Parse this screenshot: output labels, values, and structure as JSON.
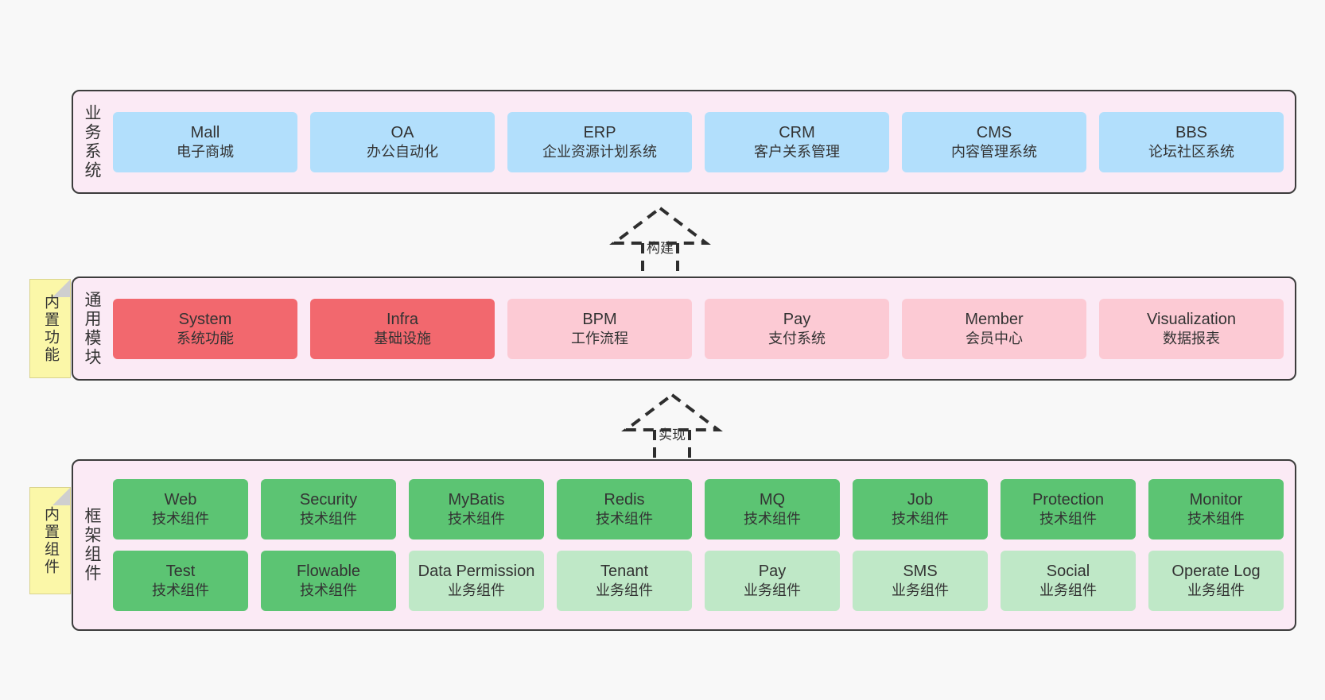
{
  "layers": [
    {
      "id": "business",
      "vertical_label": "业务系统",
      "sticky": null,
      "rows": [
        [
          {
            "en": "Mall",
            "cn": "电子商城",
            "style": "blue"
          },
          {
            "en": "OA",
            "cn": "办公自动化",
            "style": "blue"
          },
          {
            "en": "ERP",
            "cn": "企业资源计划系统",
            "style": "blue"
          },
          {
            "en": "CRM",
            "cn": "客户关系管理",
            "style": "blue"
          },
          {
            "en": "CMS",
            "cn": "内容管理系统",
            "style": "blue"
          },
          {
            "en": "BBS",
            "cn": "论坛社区系统",
            "style": "blue"
          }
        ]
      ]
    },
    {
      "id": "common-module",
      "vertical_label": "通用模块",
      "sticky": "内置功能",
      "rows": [
        [
          {
            "en": "System",
            "cn": "系统功能",
            "style": "red"
          },
          {
            "en": "Infra",
            "cn": "基础设施",
            "style": "red"
          },
          {
            "en": "BPM",
            "cn": "工作流程",
            "style": "pinklight"
          },
          {
            "en": "Pay",
            "cn": "支付系统",
            "style": "pinklight"
          },
          {
            "en": "Member",
            "cn": "会员中心",
            "style": "pinklight"
          },
          {
            "en": "Visualization",
            "cn": "数据报表",
            "style": "pinklight"
          }
        ]
      ]
    },
    {
      "id": "framework-component",
      "vertical_label": "框架组件",
      "sticky": "内置组件",
      "rows": [
        [
          {
            "en": "Web",
            "cn": "技术组件",
            "style": "green"
          },
          {
            "en": "Security",
            "cn": "技术组件",
            "style": "green"
          },
          {
            "en": "MyBatis",
            "cn": "技术组件",
            "style": "green"
          },
          {
            "en": "Redis",
            "cn": "技术组件",
            "style": "green"
          },
          {
            "en": "MQ",
            "cn": "技术组件",
            "style": "green"
          },
          {
            "en": "Job",
            "cn": "技术组件",
            "style": "green"
          },
          {
            "en": "Protection",
            "cn": "技术组件",
            "style": "green"
          },
          {
            "en": "Monitor",
            "cn": "技术组件",
            "style": "green"
          }
        ],
        [
          {
            "en": "Test",
            "cn": "技术组件",
            "style": "green"
          },
          {
            "en": "Flowable",
            "cn": "技术组件",
            "style": "green"
          },
          {
            "en": "Data Permission",
            "cn": "业务组件",
            "style": "greenlight"
          },
          {
            "en": "Tenant",
            "cn": "业务组件",
            "style": "greenlight"
          },
          {
            "en": "Pay",
            "cn": "业务组件",
            "style": "greenlight"
          },
          {
            "en": "SMS",
            "cn": "业务组件",
            "style": "greenlight"
          },
          {
            "en": "Social",
            "cn": "业务组件",
            "style": "greenlight"
          },
          {
            "en": "Operate Log",
            "cn": "业务组件",
            "style": "greenlight"
          }
        ]
      ]
    }
  ],
  "arrows": [
    {
      "id": "build",
      "label": "构建"
    },
    {
      "id": "implement",
      "label": "实现"
    }
  ],
  "colors": {
    "container_bg": "#fbeaf5",
    "container_border": "#3c3c3c",
    "blue": "#b2dffc",
    "red": "#f2686e",
    "pink_light": "#fccad4",
    "green": "#5cc473",
    "green_light": "#bfe8c7",
    "sticky_yellow": "#fbf7a8",
    "text": "#333333",
    "page_bg": "#f8f8f8"
  }
}
